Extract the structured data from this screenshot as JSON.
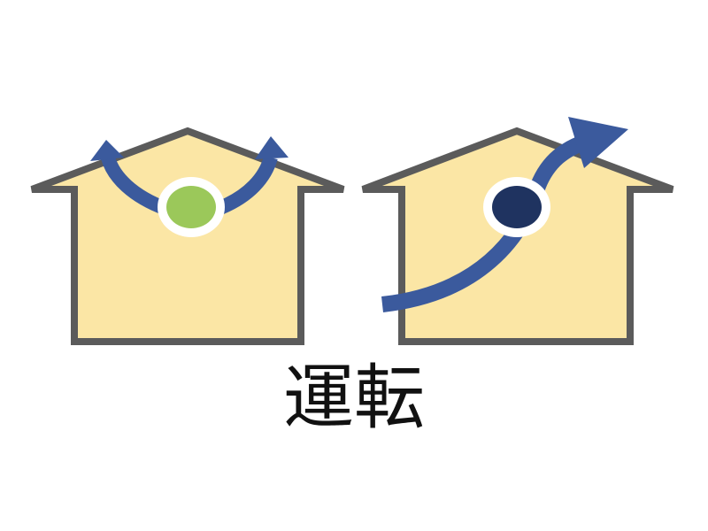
{
  "caption": "運転",
  "colors": {
    "house_fill": "#fbe6a5",
    "house_outline": "#5b5b5b",
    "arrow": "#3b5a9d",
    "fan_left": "#9bc85a",
    "fan_right": "#1f3360",
    "fan_ring": "#ffffff"
  },
  "houses": [
    {
      "name": "left-house",
      "fan_state": "green",
      "airflow": "split-upward"
    },
    {
      "name": "right-house",
      "fan_state": "dark-blue",
      "airflow": "diagonal-outward"
    }
  ]
}
